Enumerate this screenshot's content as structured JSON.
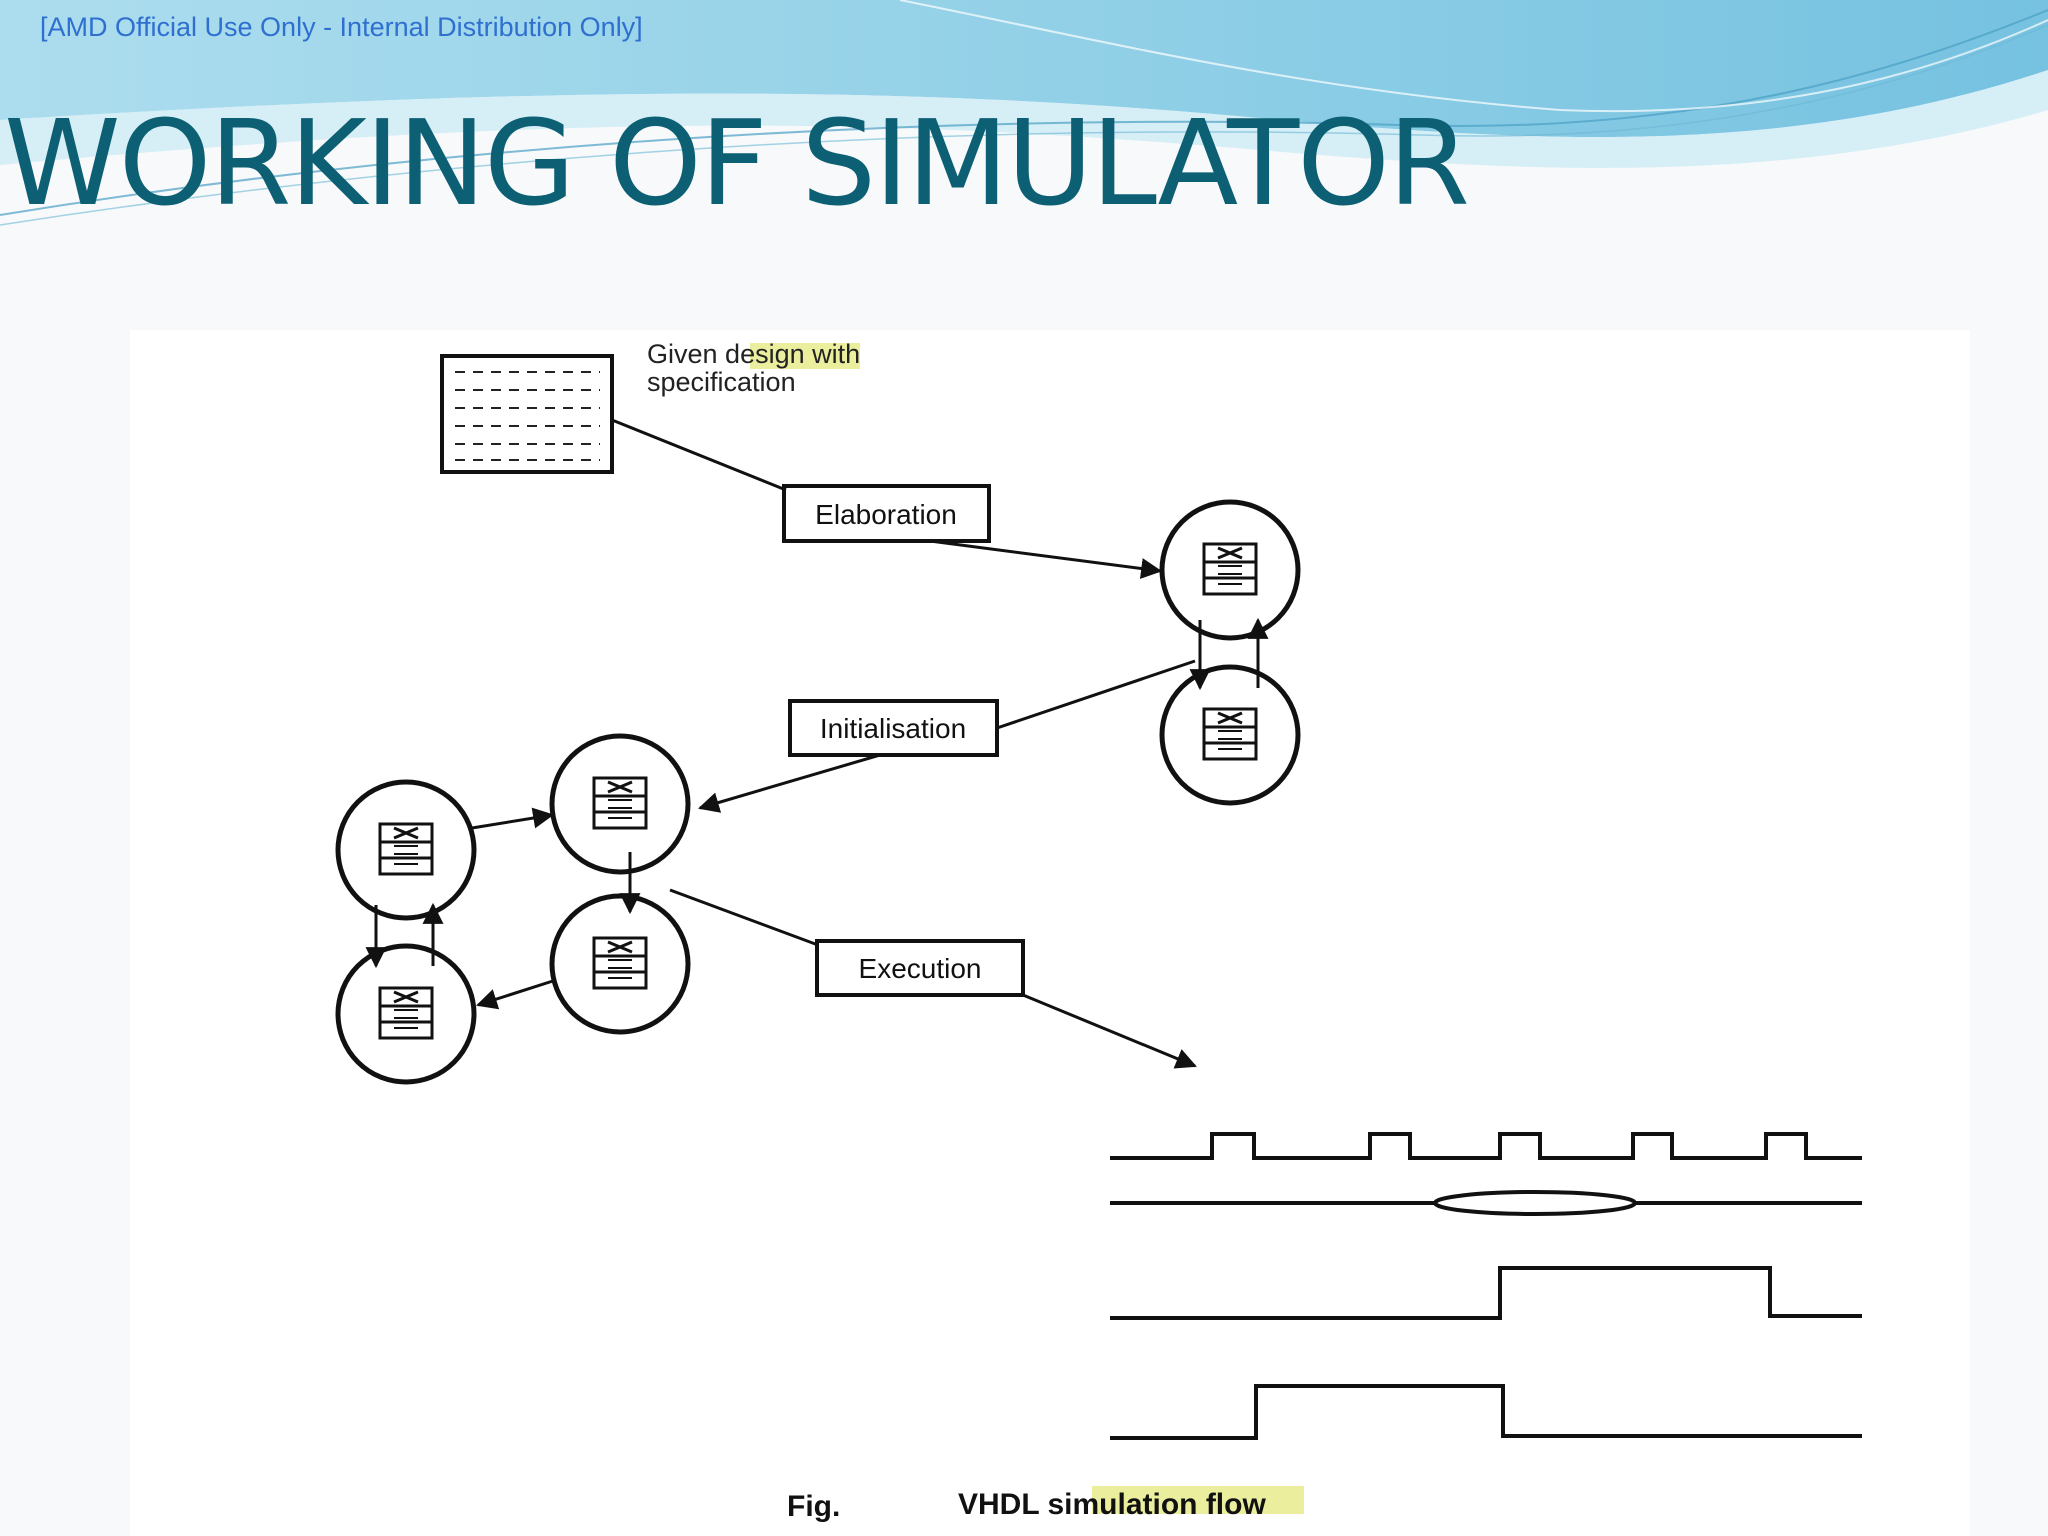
{
  "slide": {
    "classification": "[AMD Official Use Only - Internal Distribution Only]",
    "title": "WORKING OF SIMULATOR"
  },
  "diagram": {
    "design_label_line1_a": "Given ",
    "design_label_line1_b": "design",
    "design_label_line1_c": " with",
    "design_label_line2": "specification",
    "stage_elaboration": "Elaboration",
    "stage_initialisation": "Initialisation",
    "stage_execution": "Execution",
    "caption_fig": "Fig.",
    "caption_text_a": "VHDL ",
    "caption_text_b": "simulation",
    "caption_text_c": " flow"
  },
  "colors": {
    "title": "#0d5f74",
    "classification": "#2f6fd0",
    "highlight": "#e2e873",
    "wave_top": "#8fd0e8",
    "wave_mid": "#b8e4f2"
  }
}
